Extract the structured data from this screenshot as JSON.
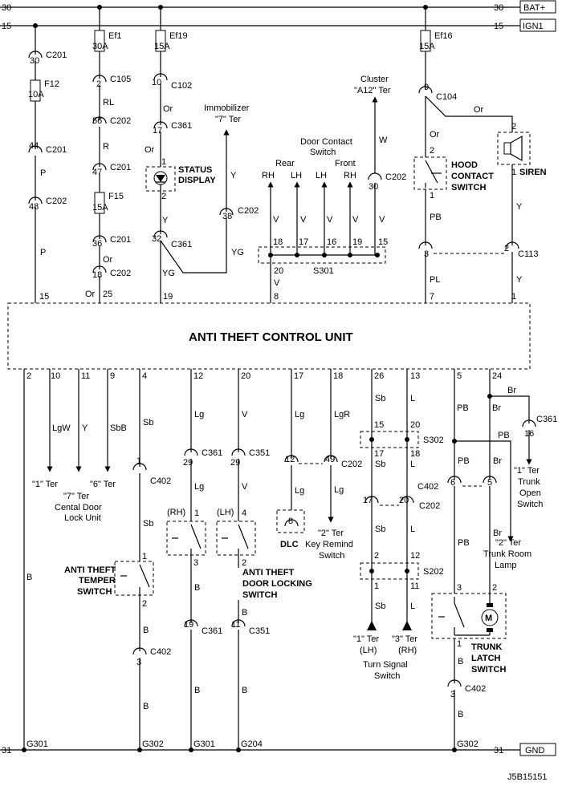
{
  "rails": {
    "top_num": "30",
    "top_label": "BAT+",
    "ign_num": "15",
    "ign_label": "IGN1",
    "gnd_num": "31",
    "gnd_label": "GND"
  },
  "unit": {
    "title": "ANTI THEFT CONTROL UNIT"
  },
  "fuses": {
    "ef1": "Ef1",
    "ef1_amp": "30A",
    "ef19": "Ef19",
    "ef19_amp": "15A",
    "ef16": "Ef16",
    "ef16_amp": "15A",
    "f12": "F12",
    "f12_amp": "10A",
    "f15": "F15",
    "f15_amp": "15A"
  },
  "connectors": {
    "c201": "C201",
    "c202": "C202",
    "c105": "C105",
    "c102": "C102",
    "c361": "C361",
    "c104": "C104",
    "c113": "C113",
    "c351": "C351",
    "c402": "C402",
    "s301": "S301",
    "s302": "S302",
    "s202": "S202"
  },
  "colors": {
    "P": "P",
    "RL": "RL",
    "R": "R",
    "Or": "Or",
    "Y": "Y",
    "YG": "YG",
    "V": "V",
    "W": "W",
    "PB": "PB",
    "PL": "PL",
    "LgW": "LgW",
    "SbB": "SbB",
    "Sb": "Sb",
    "Lg": "Lg",
    "LgR": "LgR",
    "L": "L",
    "B": "B",
    "Br": "Br"
  },
  "nums": {
    "n1": "1",
    "n2": "2",
    "n3": "3",
    "n4": "4",
    "n5": "5",
    "n6": "6",
    "n7": "7",
    "n8": "8",
    "n9": "9",
    "n10": "10",
    "n11": "11",
    "n12": "12",
    "n13": "13",
    "n15": "15",
    "n16": "16",
    "n17": "17",
    "n18": "18",
    "n19": "19",
    "n20": "20",
    "n24": "24",
    "n25": "25",
    "n26": "26",
    "n29": "29",
    "n30": "30",
    "n31": "31",
    "n32": "32",
    "n36": "36",
    "n38": "38",
    "n44": "44",
    "n47": "47",
    "n48": "48",
    "n49": "49",
    "n56": "56"
  },
  "labels": {
    "status_display_1": "STATUS",
    "status_display_2": "DISPLAY",
    "immobilizer_1": "Immobilizer",
    "immobilizer_2": "\"7\" Ter",
    "door_contact_1": "Door Contact",
    "door_contact_2": "Switch",
    "rear": "Rear",
    "front": "Front",
    "rh": "RH",
    "lh": "LH",
    "cluster_1": "Cluster",
    "cluster_2": "\"A12\" Ter",
    "hood_1": "HOOD",
    "hood_2": "CONTACT",
    "hood_3": "SWITCH",
    "siren": "SIREN",
    "ter1": "\"1\" Ter",
    "ter7": "\"7\" Ter",
    "ter6": "\"6\" Ter",
    "central_door": "Cental Door",
    "lock_unit": "Lock Unit",
    "rh_paren": "(RH)",
    "lh_paren": "(LH)",
    "dlc": "DLC",
    "ter2": "\"2\" Ter",
    "key_remind": "Key Remind",
    "switch": "Switch",
    "ter1_lh": "\"1\" Ter",
    "ter3_rh": "\"3\" Ter",
    "lh_p": "(LH)",
    "rh_p": "(RH)",
    "turn_signal": "Turn Signal",
    "trunk_open_1": "\"1\" Ter",
    "trunk_open_2": "Trunk",
    "trunk_open_3": "Open",
    "trunk_open_4": "Switch",
    "trunk_room_1": "\"2\" Ter",
    "trunk_room_2": "Trunk Room",
    "trunk_room_3": "Lamp",
    "tamper_1": "ANTI THEFT",
    "tamper_2": "TEMPER",
    "tamper_3": "SWITCH",
    "door_lock_1": "ANTI THEFT",
    "door_lock_2": "DOOR LOCKING",
    "door_lock_3": "SWITCH",
    "trunk_latch_1": "TRUNK",
    "trunk_latch_2": "LATCH",
    "trunk_latch_3": "SWITCH",
    "g301": "G301",
    "g302": "G302",
    "g204": "G204",
    "motor": "M",
    "figure_id": "J5B15151"
  }
}
